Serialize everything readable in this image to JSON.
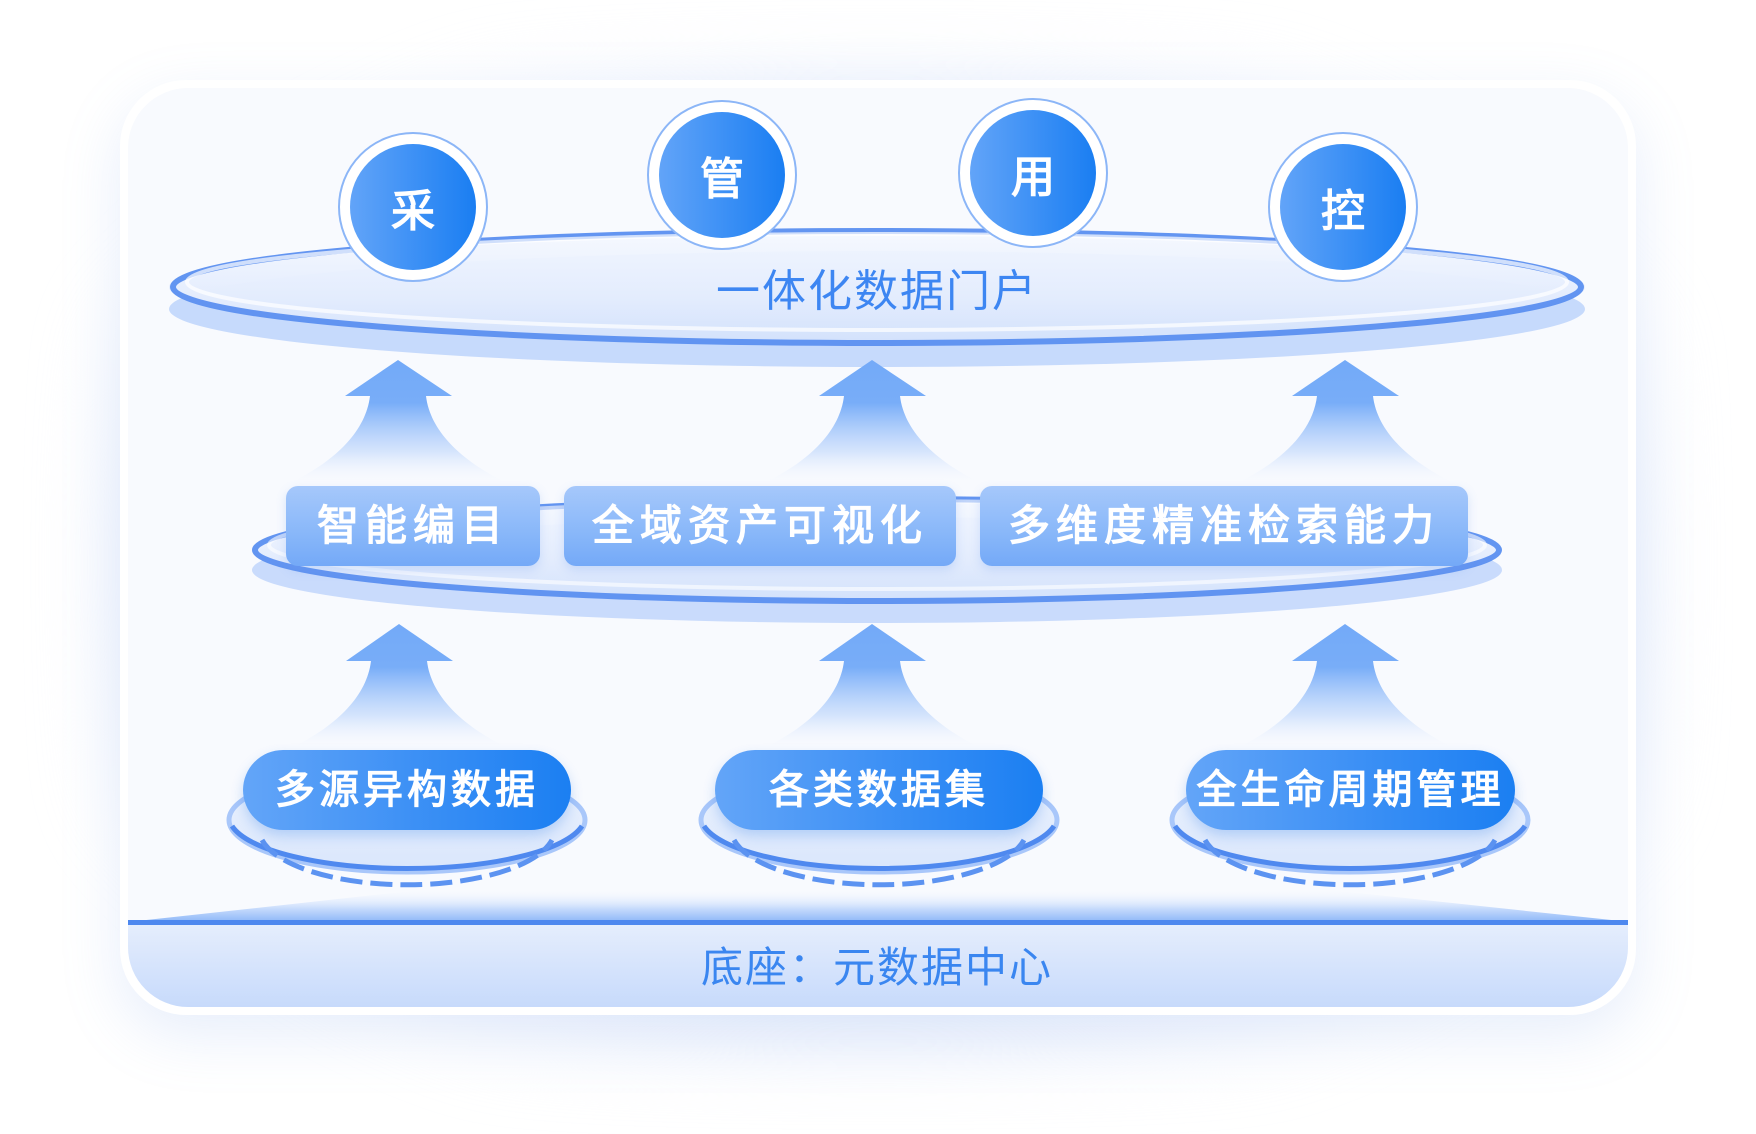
{
  "top_circles": [
    {
      "label": "采"
    },
    {
      "label": "管"
    },
    {
      "label": "用"
    },
    {
      "label": "控"
    }
  ],
  "portal": {
    "title": "一体化数据门户"
  },
  "features": [
    {
      "label": "智能编目"
    },
    {
      "label": "全域资产可视化"
    },
    {
      "label": "多维度精准检索能力"
    }
  ],
  "sources": [
    {
      "label": "多源异构数据"
    },
    {
      "label": "各类数据集"
    },
    {
      "label": "全生命周期管理"
    }
  ],
  "base": {
    "title": "底座：元数据中心"
  },
  "colors": {
    "primary_blue": "#1a7ef2",
    "light_blue": "#62a4f8",
    "ring_stroke": "#5b8ff0",
    "ring_shadow": "#bcd3fb",
    "feature_box_top": "#a6c8fb",
    "feature_box_bottom": "#74a9f7",
    "title_text": "#3d86f2",
    "card_bg": "#f8fafe"
  }
}
